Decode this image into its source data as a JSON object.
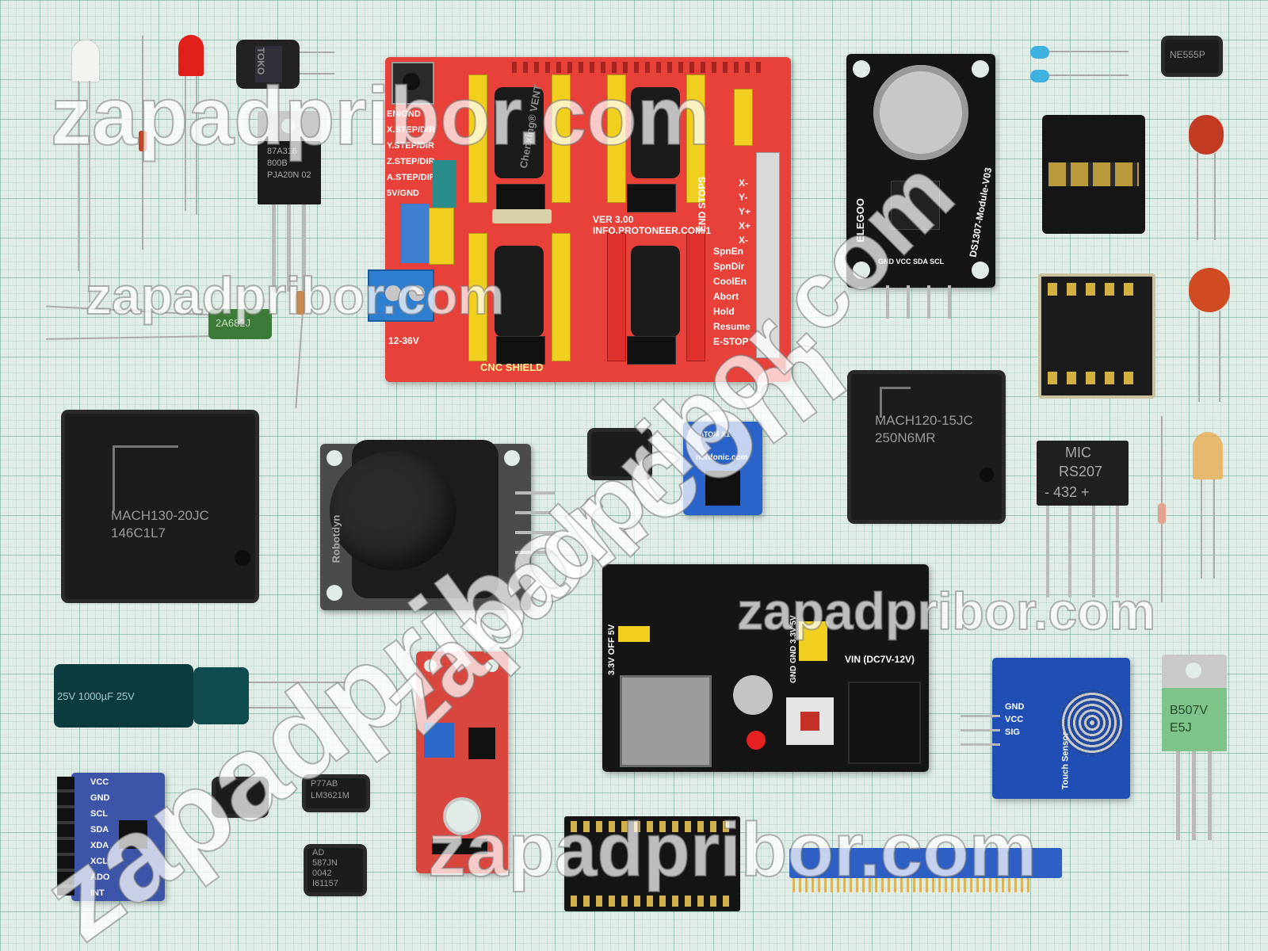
{
  "watermarks": {
    "w1": "zapadpribor.com",
    "w2": "zapadpribor.com",
    "w3": "zapadpribor.com",
    "w4": "zapadpribor.com",
    "w5": "zapadpribor.com",
    "w6": "zapadpribor.com"
  },
  "chips": {
    "mach130": "MACH130-20JC\n146C1L7",
    "mach120": "MACH120-15JC\n250N6MR",
    "rs207_top": "MIC",
    "rs207_mid": "RS207",
    "rs207_bot": "- 432 +",
    "b507": "B507V\nE5J",
    "ad587": "AD\n587JN\n0042\nI61157",
    "lm3621": "P77AB\nLM3621M",
    "ne555": "NE555P",
    "mosfet": "87A316\n800B\nPJA20N 02",
    "toko": "TOKO",
    "cap_label": "2A682J",
    "elco": "25V 1000µF 25V"
  },
  "cnc_shield": {
    "title": "CNC SHIELD",
    "ver": "VER 3.00",
    "url": "INFO.PROTONEER.COM/1",
    "left_labels": "EN/GND\nX.STEP/DIR\nY.STEP/DIR\nZ.STEP/DIR\nA.STEP/DIR\n5V/GND",
    "end_stops": "END STOPS",
    "axis_labels": "X-\nY-\nY+\nX+\nX-",
    "right_labels": "SpnEn\nSpnDir\nCoolEn\nAbort\nHold\nResume\nE-STOP",
    "voltage": "12-36V",
    "inductor": "Chenxing® VENT"
  },
  "rtc_module": {
    "brand": "ELEGOO",
    "name": "DS1307-Module-V03",
    "pins": "GND VCC SDA SCL"
  },
  "power_module": {
    "labels_left": "3.3V OFF 5V",
    "labels_right": "GND GND 3.3V 5V",
    "vin": "VIN (DC7V-12V)"
  },
  "touch_sensor": {
    "name": "Touch Sensor",
    "pins": "GND\nVCC\nSIG"
  },
  "atom_module": {
    "name": "ATOM X1",
    "url": "nerdonic.com"
  },
  "joystick": {
    "brand": "Robotdyn"
  },
  "imu_module": {
    "pins": "VCC\nGND\nSCL\nSDA\nXDA\nXCL\nADO\nINT"
  },
  "colors": {
    "pcb_red": "#e8413a",
    "pcb_black": "#151515",
    "pcb_blue": "#1f4fb5",
    "header_yellow": "#f0cf1f",
    "grid_bg": "#e2ece7"
  }
}
